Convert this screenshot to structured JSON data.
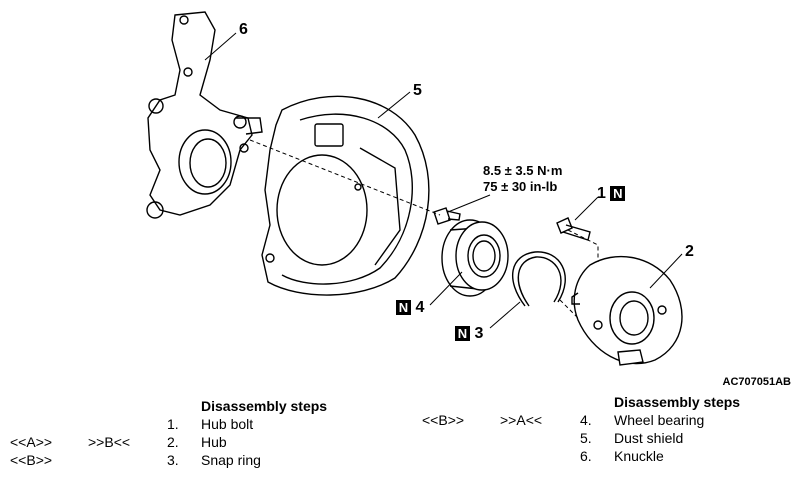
{
  "callouts": {
    "c1": "1",
    "c2": "2",
    "c3": "3",
    "c4": "4",
    "c5": "5",
    "c6": "6",
    "n_mark": "N"
  },
  "torque": {
    "line1": "8.5 ± 3.5 N·m",
    "line2": "75 ± 30 in-lb"
  },
  "figure_id": "AC707051AB",
  "left_table": {
    "title": "Disassembly steps",
    "rows": [
      {
        "ref_a": "",
        "ref_b": "",
        "num": "1.",
        "name": "Hub bolt"
      },
      {
        "ref_a": "<<A>>",
        "ref_b": ">>B<<",
        "num": "2.",
        "name": "Hub"
      },
      {
        "ref_a": "<<B>>",
        "ref_b": "",
        "num": "3.",
        "name": "Snap ring"
      }
    ]
  },
  "right_table": {
    "title": "Disassembly steps",
    "rows": [
      {
        "ref_a": "<<B>>",
        "ref_b": ">>A<<",
        "num": "4.",
        "name": "Wheel bearing"
      },
      {
        "ref_a": "",
        "ref_b": "",
        "num": "5.",
        "name": "Dust shield"
      },
      {
        "ref_a": "",
        "ref_b": "",
        "num": "6.",
        "name": "Knuckle"
      }
    ]
  }
}
